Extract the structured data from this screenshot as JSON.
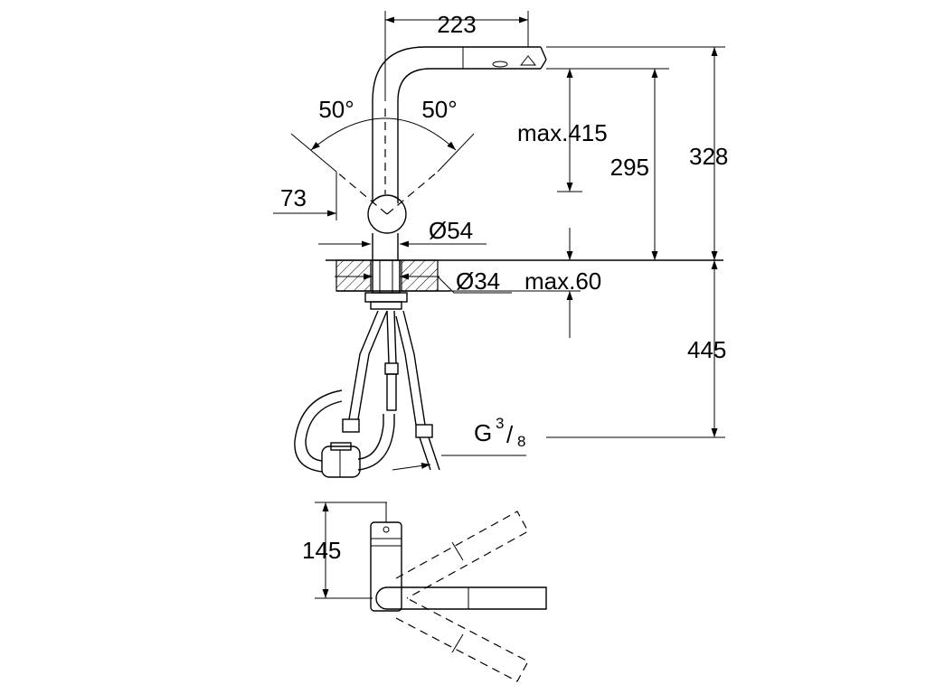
{
  "dimensions": {
    "width_top": "223",
    "angle_left": "50°",
    "angle_right": "50°",
    "spout_reach": "max.415",
    "height_spout": "295",
    "height_total": "328",
    "offset": "73",
    "diameter_body": "Ø54",
    "diameter_shank": "Ø34",
    "deck_thickness": "max.60",
    "hose_length": "445",
    "thread_main": "G",
    "thread_num": "3",
    "thread_sep": "/",
    "thread_den": "8",
    "top_depth": "145"
  }
}
